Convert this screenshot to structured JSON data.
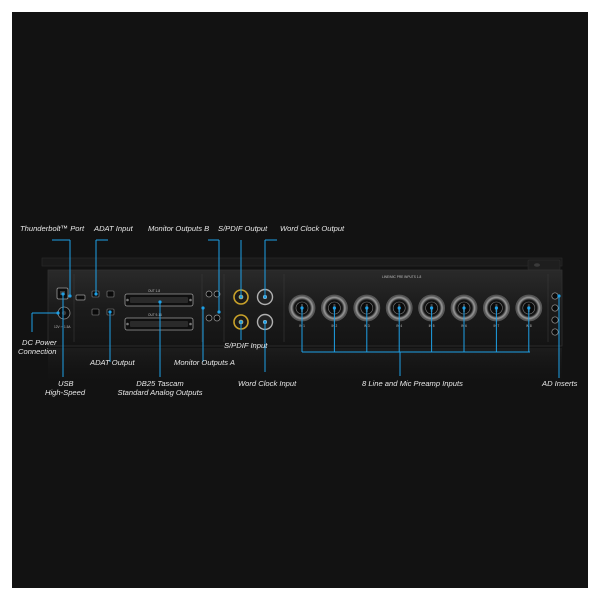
{
  "colors": {
    "background": "#121212",
    "accent": "#1ea0e6",
    "label": "#e8e8e8",
    "chassis": "#1c1c1c"
  },
  "labels": {
    "thunderbolt": "Thunderbolt™ Port",
    "adat_input": "ADAT Input",
    "monitor_b": "Monitor Outputs B",
    "spdif_output": "S/PDIF Output",
    "word_clock_output": "Word Clock Output",
    "dc_power_1": "DC Power",
    "dc_power_2": "Connection",
    "spdif_input": "S/PDIF Input",
    "adat_output": "ADAT Output",
    "monitor_a": "Monitor Outputs A",
    "usb_1": "USB",
    "usb_2": "High-Speed",
    "db25_1": "DB25 Tascam",
    "db25_2": "Standard Analog Outputs",
    "word_clock_input": "Word Clock Input",
    "preamp_inputs": "8 Line and Mic Preamp Inputs",
    "ad_inserts": "AD Inserts"
  },
  "panel_text": {
    "out_1_8": "OUT 1-8",
    "out_9_16": "OUT 9-16",
    "power_rating": "12V ⎓ 1.5A",
    "preamp_header": "LINE/MIC PRE  INPUTS 1-8"
  },
  "preamp_channels": [
    "IN 1",
    "IN 2",
    "IN 3",
    "IN 4",
    "IN 5",
    "IN 6",
    "IN 7",
    "IN 8"
  ]
}
